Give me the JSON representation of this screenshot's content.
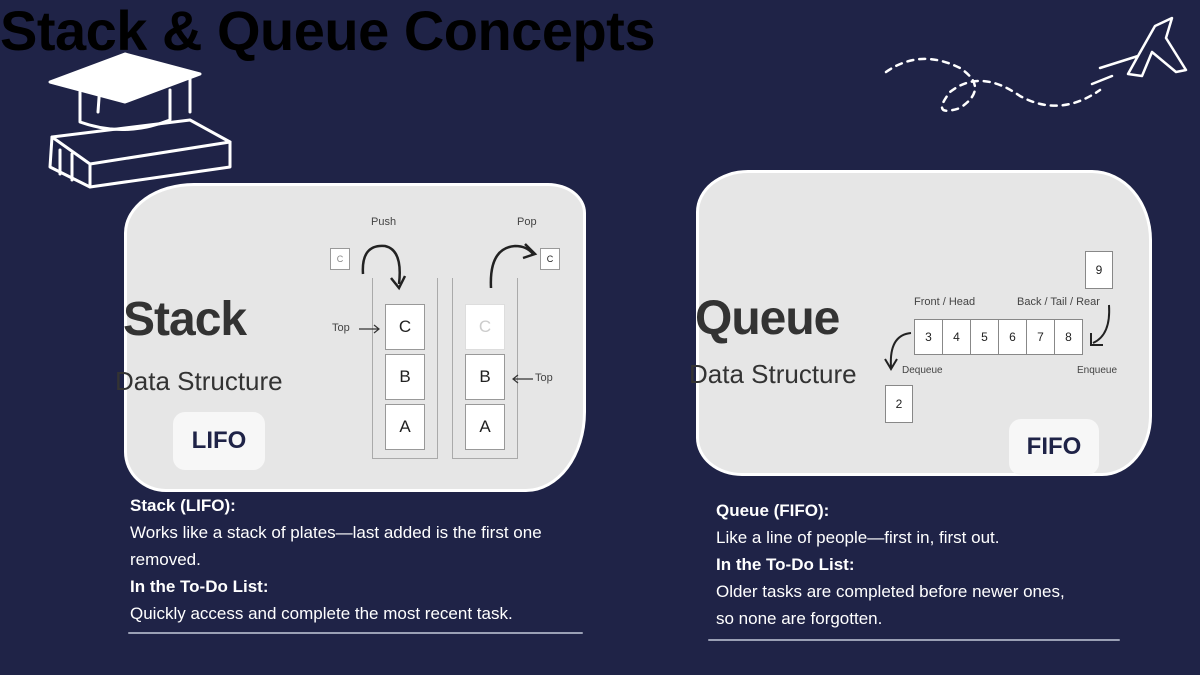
{
  "title": "Stack & Queue Concepts",
  "stack_card": {
    "heading": "Stack",
    "subheading": "Data Structure",
    "push_label": "Push",
    "pop_label": "Pop",
    "top_label": "Top",
    "incoming_box": "C",
    "outgoing_box": "C",
    "left_column": [
      "C",
      "B",
      "A"
    ],
    "right_column": [
      "C",
      "B",
      "A"
    ],
    "badge": "LIFO"
  },
  "queue_card": {
    "heading": "Queue",
    "subheading": "Data Structure",
    "front_label": "Front / Head",
    "back_label": "Back / Tail / Rear",
    "dequeue_label": "Dequeue",
    "enqueue_label": "Enqueue",
    "cells": [
      "3",
      "4",
      "5",
      "6",
      "7",
      "8"
    ],
    "incoming": "9",
    "removed": "2",
    "badge": "FIFO"
  },
  "stack_text": {
    "title": "Stack (LIFO):",
    "desc": "Works like a stack of plates—last added is the first one removed.",
    "list_title": "In the To-Do List:",
    "list_desc": "Quickly access and complete the most recent task."
  },
  "queue_text": {
    "title": "Queue (FIFO):",
    "desc": "Like a line of people—first in, first out.",
    "list_title": "In the To-Do List:",
    "list_desc_1": "Older tasks are completed before newer ones,",
    "list_desc_2": "so none are forgotten."
  },
  "colors": {
    "background": "#1f2347",
    "card": "#e6e6e6",
    "accent": "#ffffff"
  },
  "icons": [
    "graduation-cap-books-icon",
    "paper-plane-icon"
  ]
}
